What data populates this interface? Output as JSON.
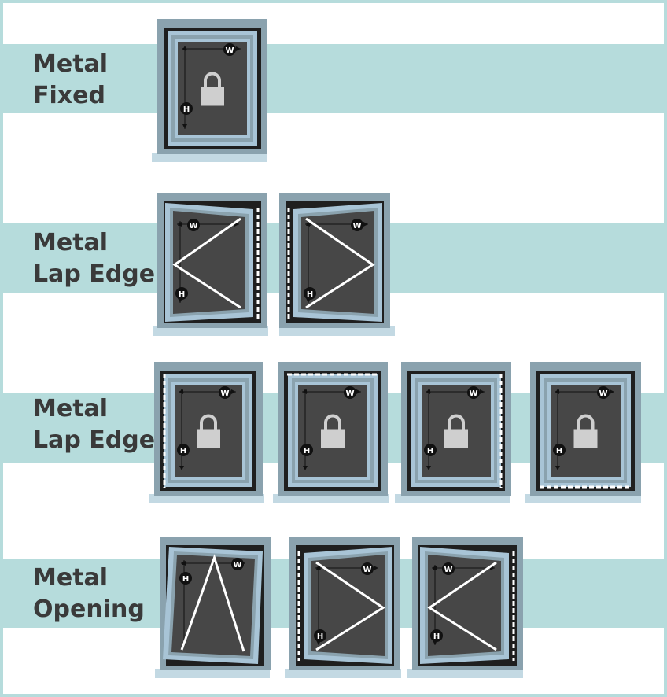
{
  "colors": {
    "band": "#b6dcdc",
    "border": "#b6dcdc",
    "outer_frame": "#8aa2ae",
    "inner_frame": "#1f1f1f",
    "glass": "#474747",
    "light_frame": "#a8c4d6",
    "sill": "#c3d9e3",
    "lock": "#cfcfcf",
    "marker": "#111111",
    "swing_line": "#ffffff",
    "label_text": "#3a3a3a"
  },
  "dimension_labels": {
    "width": "W",
    "height": "H"
  },
  "rows": [
    {
      "label_line1": "Metal",
      "label_line2": "Fixed",
      "windows": [
        {
          "type": "fixed",
          "icon": "lock-icon"
        }
      ]
    },
    {
      "label_line1": "Metal",
      "label_line2": "Lap Edge",
      "windows": [
        {
          "type": "casement",
          "hinge": "left",
          "icon": "casement-left-icon"
        },
        {
          "type": "casement",
          "hinge": "right",
          "icon": "casement-right-icon"
        }
      ]
    },
    {
      "label_line1": "Metal",
      "label_line2": "Lap Edge",
      "windows": [
        {
          "type": "fixed",
          "lap_edge": "left",
          "icon": "lock-icon"
        },
        {
          "type": "fixed",
          "lap_edge": "top",
          "icon": "lock-icon"
        },
        {
          "type": "fixed",
          "lap_edge": "right",
          "icon": "lock-icon"
        },
        {
          "type": "fixed",
          "lap_edge": "bottom",
          "icon": "lock-icon"
        }
      ]
    },
    {
      "label_line1": "Metal",
      "label_line2": "Opening",
      "windows": [
        {
          "type": "top-hung",
          "icon": "top-hung-icon"
        },
        {
          "type": "casement",
          "hinge": "right",
          "icon": "casement-right-icon"
        },
        {
          "type": "casement",
          "hinge": "left",
          "icon": "casement-left-icon"
        }
      ]
    }
  ]
}
